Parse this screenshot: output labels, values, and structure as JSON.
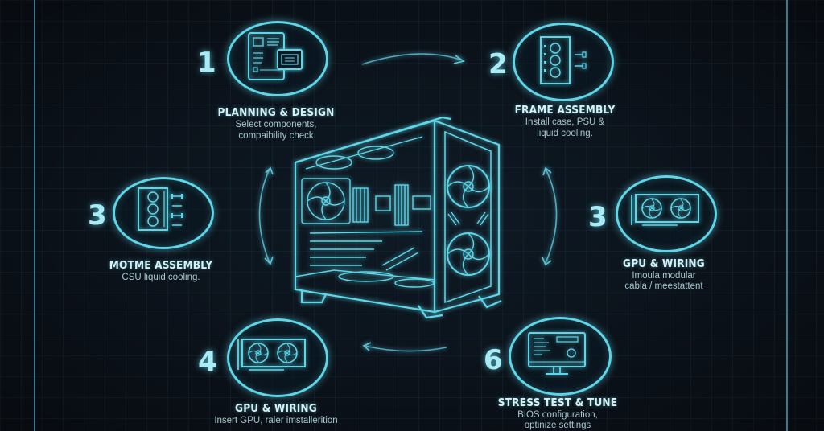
{
  "diagram": {
    "theme_color": "#5fd6e8",
    "background_color": "#0b1119",
    "center_object": "pc-case",
    "steps": [
      {
        "number": "1",
        "title": "PLANNING & DESIGN",
        "desc_lines": [
          "Select components,",
          "compaibility check"
        ],
        "icon": "tablet-blueprint-icon"
      },
      {
        "number": "2",
        "title": "FRAME ASSEMBLY",
        "desc_lines": [
          "Install case, PSU &",
          "liquid cooling."
        ],
        "icon": "radiator-icon"
      },
      {
        "number": "3",
        "title": "MOTME ASSEMBLY",
        "desc_lines": [
          "CSU liquid cooling."
        ],
        "icon": "radiator-icon"
      },
      {
        "number": "3",
        "title": "GPU & WIRING",
        "desc_lines": [
          "Imoula modular",
          "cabla / meestattent"
        ],
        "icon": "gpu-icon"
      },
      {
        "number": "4",
        "title": "GPU & WIRING",
        "desc_lines": [
          "Insert GPU, raler imstallerition"
        ],
        "icon": "gpu-icon"
      },
      {
        "number": "6",
        "title": "STRESS TEST & TUNE",
        "desc_lines": [
          "BIOS configuration,",
          "optinize settings"
        ],
        "icon": "monitor-icon"
      }
    ],
    "arrows": [
      {
        "from": "1",
        "to": "2",
        "direction": "right"
      },
      {
        "between": "left-steps",
        "direction": "bidirectional-vertical"
      },
      {
        "between": "right-steps",
        "direction": "bidirectional-vertical"
      },
      {
        "from": "6",
        "to": "4",
        "direction": "left"
      }
    ]
  }
}
